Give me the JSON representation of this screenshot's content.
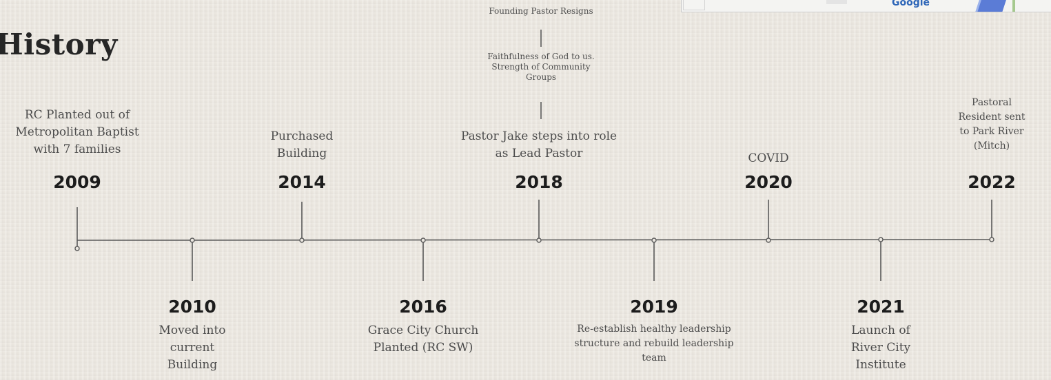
{
  "page": {
    "title": "History",
    "map_label": "Google"
  },
  "notes": {
    "founding_pastor": "Founding Pastor Resigns",
    "faithfulness": "Faithfulness of God to us. Strength of Community Groups"
  },
  "events": [
    {
      "year": "2009",
      "text": "RC Planted out of Metropolitan Baptist with 7 families"
    },
    {
      "year": "2010",
      "text": "Moved into current Building"
    },
    {
      "year": "2014",
      "text": "Purchased Building"
    },
    {
      "year": "2016",
      "text": "Grace City Church Planted (RC SW)"
    },
    {
      "year": "2018",
      "text": "Pastor Jake steps into role as Lead Pastor"
    },
    {
      "year": "2019",
      "text": "Re-establish healthy leadership structure and rebuild leadership team"
    },
    {
      "year": "2020",
      "text": "COVID"
    },
    {
      "year": "2021",
      "text": "Launch of River City Institute"
    },
    {
      "year": "2022",
      "text": "Pastoral Resident sent to Park River (Mitch)"
    }
  ],
  "colors": {
    "line": "#5a5a5a",
    "title": "#262626",
    "year": "#1c1c1c",
    "map_water": "#5b7cd6",
    "map_brand": "#2e66b8"
  }
}
